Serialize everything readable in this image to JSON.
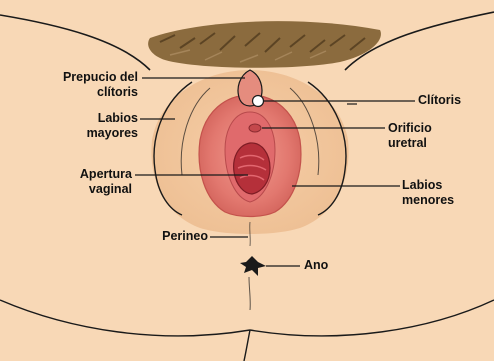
{
  "labels": {
    "prepucio": [
      "Prepucio del",
      "clítoris"
    ],
    "labios_mayores": [
      "Labios",
      "mayores"
    ],
    "apertura": [
      "Apertura",
      "vaginal"
    ],
    "perineo": "Perineo",
    "clitoris": "Clítoris",
    "orificio": [
      "Orificio",
      "uretral"
    ],
    "labios_menores": [
      "Labios",
      "menores"
    ],
    "ano": "Ano"
  },
  "colors": {
    "skin": "#F8D8B6",
    "skin_shadow": "#F1C79F",
    "outline": "#1A1A1A",
    "hair": "#8B6B3E",
    "labia_minora": "#E88A80",
    "labia_minora_dark": "#D86A62",
    "vestibule": "#E06A6C",
    "opening": "#B5303A"
  }
}
